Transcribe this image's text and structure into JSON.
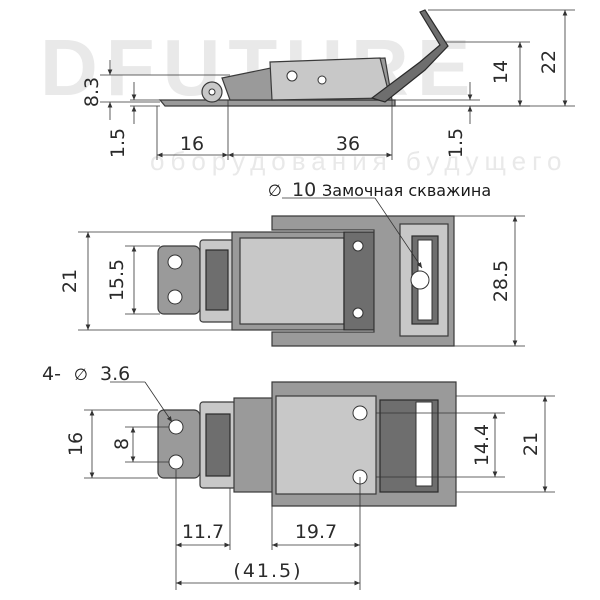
{
  "watermark": {
    "brand": "DFUTURE",
    "tagline": "оборудования будущего"
  },
  "side_view": {
    "dim_8_3": "8.3",
    "dim_1_5_left": "1.5",
    "dim_16": "16",
    "dim_36": "36",
    "dim_1_5_right": "1.5",
    "dim_14": "14",
    "dim_22": "22"
  },
  "top_view": {
    "keyhole_symbol": "∅",
    "keyhole_dim": "10",
    "keyhole_label": "Замочная скважина",
    "dim_21": "21",
    "dim_15_5": "15.5",
    "dim_28_5": "28.5"
  },
  "bottom_view": {
    "holes_callout": "4-",
    "holes_symbol": "∅",
    "holes_dim": "3.6",
    "dim_16": "16",
    "dim_8": "8",
    "dim_14_4": "14.4",
    "dim_21": "21",
    "dim_11_7": "11.7",
    "dim_19_7": "19.7",
    "dim_41_5": "(41.5)"
  }
}
